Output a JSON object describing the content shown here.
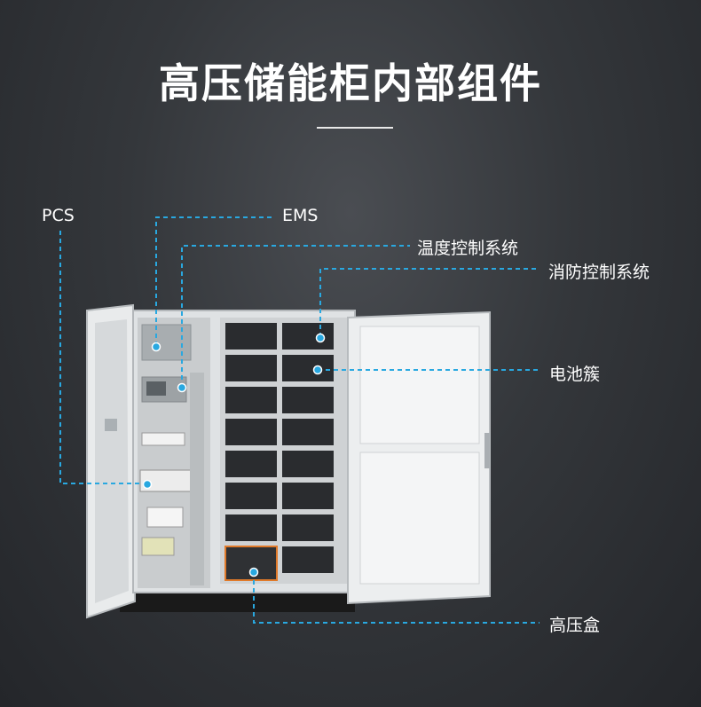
{
  "title": "高压储能柜内部组件",
  "labels": {
    "pcs": "PCS",
    "ems": "EMS",
    "temperature_control": "温度控制系统",
    "fire_control": "消防控制系统",
    "battery_cluster": "电池簇",
    "high_voltage_box": "高压盒"
  },
  "colors": {
    "callout_line": "#29a8e0",
    "background": "#2d3034",
    "text": "#ffffff"
  }
}
